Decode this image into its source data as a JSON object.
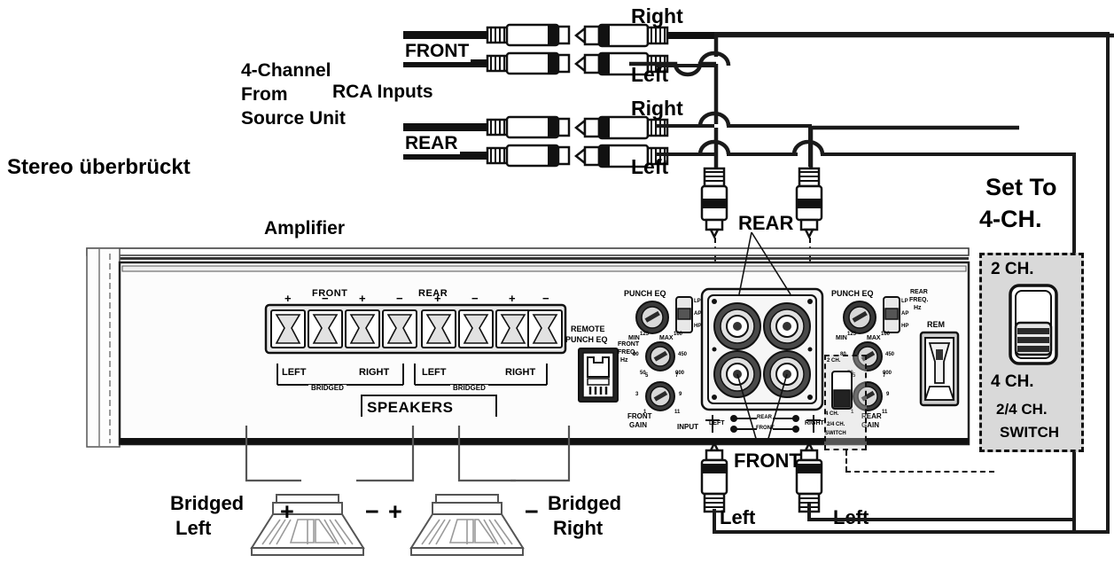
{
  "diagram": {
    "title_de": "Stereo überbrückt",
    "source_label_lines": [
      "4-Channel",
      "From",
      "Source Unit"
    ],
    "rca_inputs_label": "RCA Inputs",
    "amplifier_label": "Amplifier",
    "set_to_label_lines": [
      "Set To",
      "4-CH."
    ]
  },
  "source_cables": {
    "front_group_label": "FRONT",
    "rear_group_label": "REAR",
    "channels": [
      {
        "group": "FRONT",
        "label": "Right"
      },
      {
        "group": "FRONT",
        "label": "Left"
      },
      {
        "group": "REAR",
        "label": "Right"
      },
      {
        "group": "REAR",
        "label": "Left"
      }
    ]
  },
  "callouts": {
    "rear": "REAR",
    "front": "FRONT",
    "plug_left_rear": "Left",
    "plug_left_front": "Left"
  },
  "amp_panel": {
    "speakers": {
      "front_label": "FRONT",
      "rear_label": "REAR",
      "speakers_label": "SPEAKERS",
      "bridged_label": "BRIDGED",
      "left_label": "LEFT",
      "right_label": "RIGHT",
      "polarity": [
        "+",
        "−",
        "+",
        "−",
        "+",
        "−",
        "+",
        "−"
      ]
    },
    "remote_punch_eq": {
      "line1": "REMOTE",
      "line2": "PUNCH EQ"
    },
    "front_section": {
      "punch_eq_label": "PUNCH EQ",
      "punch_min": "MIN",
      "punch_max": "MAX",
      "freq_label_lines": [
        "FRONT",
        "FREQ.",
        "Hz"
      ],
      "freq_ticks": [
        "125",
        "160",
        "80",
        "450",
        "50",
        "900"
      ],
      "gain_label_lines": [
        "FRONT",
        "GAIN"
      ],
      "gain_ticks": [
        "5",
        "7",
        "3",
        "9",
        "1",
        "11"
      ],
      "filter_positions": [
        "LP",
        "AP",
        "HP"
      ]
    },
    "rear_section": {
      "punch_eq_label": "PUNCH EQ",
      "punch_min": "MIN",
      "punch_max": "MAX",
      "freq_label_lines": [
        "REAR",
        "FREQ.",
        "Hz"
      ],
      "freq_ticks": [
        "125",
        "160",
        "80",
        "450",
        "50",
        "900"
      ],
      "gain_label_lines": [
        "REAR",
        "GAIN"
      ],
      "gain_ticks": [
        "5",
        "7",
        "3",
        "9",
        "1",
        "11"
      ],
      "filter_positions": [
        "LP",
        "AP",
        "HP"
      ]
    },
    "input_row": {
      "input_label": "INPUT",
      "left_label": "LEFT",
      "right_label": "RIGHT",
      "rear_label": "REAR",
      "front_label": "FRONT"
    },
    "ch_switch_panel": {
      "two_ch": "2 CH.",
      "four_ch": "4 CH.",
      "switch_label_lines": [
        "2/4 CH.",
        "SWITCH"
      ]
    },
    "rem_label": "REM"
  },
  "speakers_out": {
    "left": {
      "name_lines": [
        "Bridged",
        "Left"
      ],
      "plus": "+",
      "minus": "−"
    },
    "right": {
      "name_lines": [
        "Bridged",
        "Right"
      ],
      "plus": "+",
      "minus": "−"
    }
  },
  "callout_panel": {
    "two_ch": "2 CH.",
    "four_ch": "4 CH.",
    "caption_lines": [
      "2/4 CH.",
      "SWITCH"
    ]
  },
  "colors": {
    "ink": "#111111",
    "wire": "#1a1a1a",
    "panel": "#fbfbfb",
    "shade": "#d7d7d7"
  }
}
